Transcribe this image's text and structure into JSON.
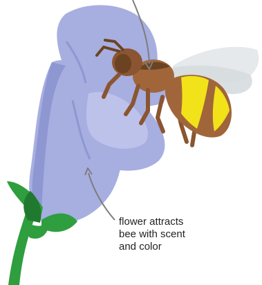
{
  "annotation": {
    "lines": [
      "flower attracts",
      "bee with scent",
      "and color"
    ]
  },
  "colors": {
    "petal": "#a7aee0",
    "petal_dark": "#8f97d2",
    "petal_inner": "#bcc2ea",
    "sepal": "#2e9e3f",
    "sepal_dark": "#1f7a30",
    "bee_body": "#a0663a",
    "bee_dark": "#6b4322",
    "bee_stripe": "#f2e21a",
    "wing": "#e4e8ea",
    "leader_line": "#7d7d7d"
  },
  "icons": {
    "flower": "bellflower-illustration",
    "bee": "honeybee-illustration"
  }
}
